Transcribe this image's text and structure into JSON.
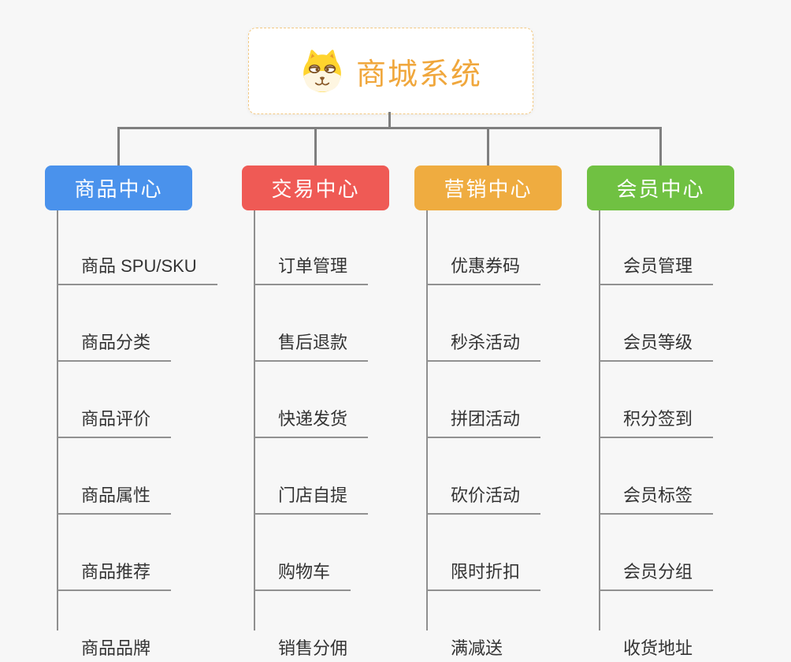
{
  "canvas": {
    "background": "#f7f7f7",
    "connector_color": "#7f7f7f",
    "leaf_line_color": "#919191"
  },
  "root": {
    "title": "商城系统",
    "title_color": "#F0A73C",
    "icon": "shiba-dog-icon",
    "border_color": "#F3C983"
  },
  "branches": [
    {
      "label": "商品中心",
      "color": "#4A92EC",
      "items": [
        "商品 SPU/SKU",
        "商品分类",
        "商品评价",
        "商品属性",
        "商品推荐",
        "商品品牌"
      ]
    },
    {
      "label": "交易中心",
      "color": "#EF5A55",
      "items": [
        "订单管理",
        "售后退款",
        "快递发货",
        "门店自提",
        "购物车",
        "销售分佣"
      ]
    },
    {
      "label": "营销中心",
      "color": "#EFAC40",
      "items": [
        "优惠券码",
        "秒杀活动",
        "拼团活动",
        "砍价活动",
        "限时折扣",
        "满减送"
      ]
    },
    {
      "label": "会员中心",
      "color": "#70C142",
      "items": [
        "会员管理",
        "会员等级",
        "积分签到",
        "会员标签",
        "会员分组",
        "收货地址"
      ]
    }
  ]
}
